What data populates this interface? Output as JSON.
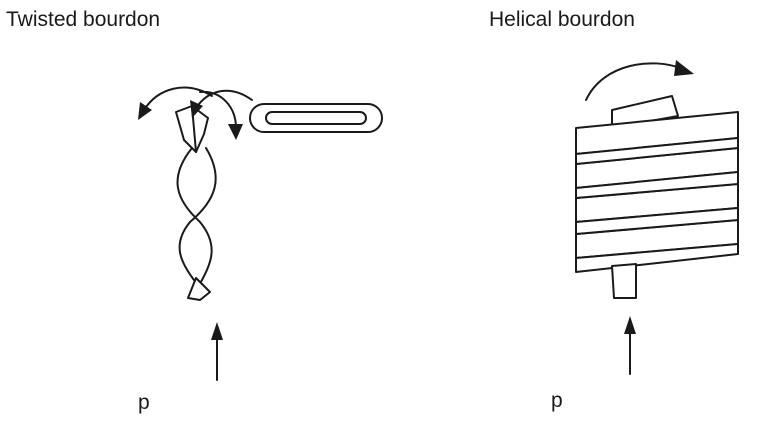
{
  "twisted": {
    "title": "Twisted bourdon",
    "pressure_label": "p"
  },
  "helical": {
    "title": "Helical bourdon",
    "pressure_label": "p"
  }
}
